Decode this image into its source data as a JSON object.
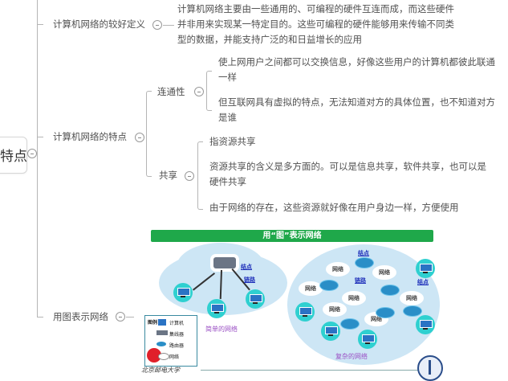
{
  "mindmap": {
    "root": {
      "label": "特点"
    },
    "branches": [
      {
        "label": "计算机网络的较好定义",
        "children": [
          {
            "text": "计算机网络主要由一些通用的、可编程的硬件互连而成，而这些硬件并非用来实现某一特定目的。这些可编程的硬件能够用来传输不同类型的数据，并能支持广泛的和日益增长的应用"
          }
        ]
      },
      {
        "label": "计算机网络的特点",
        "children": [
          {
            "label": "连通性",
            "items": [
              "使上网用户之间都可以交换信息，好像这些用户的计算机都彼此联通一样",
              "但互联网具有虚拟的特点，无法知道对方的具体位置，也不知道对方是谁"
            ]
          },
          {
            "label": "共享",
            "items": [
              "指资源共享",
              "资源共享的含义是多方面的。可以是信息共享，软件共享，也可以是硬件共享",
              "由于网络的存在，这些资源就好像在用户身边一样，方便使用"
            ]
          }
        ]
      },
      {
        "label": "用图表示网络"
      }
    ]
  },
  "figure": {
    "title": "用“图”表示网络",
    "simple_network": {
      "caption": "简单的网络",
      "labels": {
        "node": "结点",
        "link": "链路"
      }
    },
    "complex_network": {
      "caption": "复杂的网络",
      "labels": {
        "node": "结点",
        "link": "链路",
        "network": "网络"
      }
    },
    "legend": {
      "title": "图例",
      "items": [
        "计算机",
        "集线器",
        "路由器",
        "网络"
      ]
    },
    "university_logo_text": "北京邮电大学",
    "colors": {
      "title_bar": "#1fa84a",
      "cloud": "#cde6f5",
      "node_label": "#2233bb",
      "caption": "#9a4fc4"
    }
  }
}
